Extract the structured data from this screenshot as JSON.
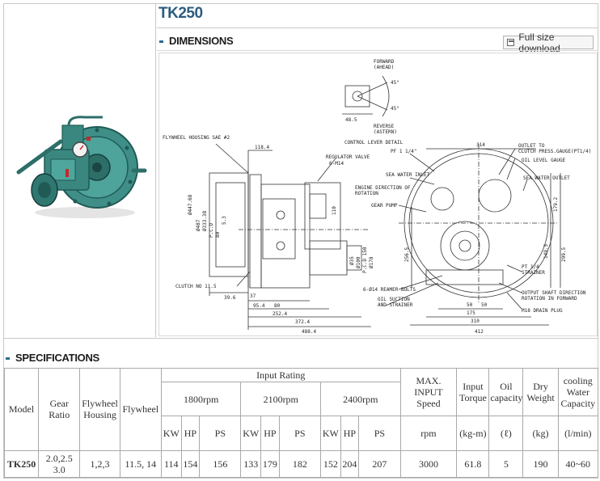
{
  "product": {
    "title": "TK250",
    "image_alt": "TK250 marine gearbox"
  },
  "dimensions": {
    "header": "DIMENSIONS",
    "download_label": "Full size download",
    "labels": {
      "forward": "FORWARD",
      "ahead": "(AHEAD)",
      "reverse": "REVERSE",
      "astern": "(ASTERN)",
      "control_lever": "CONTROL LEVER DETAIL",
      "flywheel_housing": "FLYWHEEL HOUSING SAE #2",
      "regulator_valve": "REGULATOR VALVE",
      "m14": "6-M14",
      "pf_114": "PF 1 1/4\"",
      "sea_water_inlet": "SEA WATER INLET",
      "engine_direction_1": "ENGINE DIRECTION OF",
      "engine_direction_2": "ROTATION",
      "gear_pump": "GEAR PUMP",
      "clutch_no": "CLUTCH NO 11.5",
      "reamer_bolts": "6-Ø14 REAMER BOLTS",
      "oil_suction_1": "OIL SUCTION",
      "oil_suction_2": "AND STRAINER",
      "outlet_1": "OUTLET TO",
      "outlet_2": "CLUTCH PRESS.GAUGE(PT1/4)",
      "oil_level": "OIL LEVEL GAUGE",
      "sea_water_outlet": "SEA WATER OUTLET",
      "pt_14": "PT 1/4",
      "strainer": "STRAINER",
      "output_1": "OUTPUT SHAFT DIRECTION",
      "output_2": "ROTATION IN FORWARD",
      "drain": "M18 DRAIN PLUG"
    },
    "dims": {
      "d_485": "48.5",
      "d_45a": "45°",
      "d_45b": "45°",
      "d_1184": "118.4",
      "d_4478": "Ø447.68",
      "d_487": "Ø487",
      "d_3333": "Ø333.38",
      "d_pcd": "P.C.D",
      "d_80": "80",
      "d_53": "5.3",
      "d_110": "110",
      "d_35": "Ø35",
      "d_100": "Ø100",
      "d_pcd2": "P.C.D 150",
      "d_178": "Ø178",
      "d_396": "39.6",
      "d_37": "37",
      "d_954": "95.4",
      "d_80b": "80",
      "d_2524": "252.4",
      "d_3724": "372.4",
      "d_4884": "488.4",
      "d_314": "314",
      "d_1792": "179.2",
      "d_1495": "149.5",
      "d_2565": "256.5",
      "d_2995": "299.5",
      "d_50a": "50",
      "d_50b": "50",
      "d_175": "175",
      "d_310": "310",
      "d_412": "412"
    }
  },
  "specifications": {
    "header": "SPECIFICATIONS",
    "columns": {
      "model": "Model",
      "gear_ratio": "Gear Ratio",
      "flywheel_housing": "Flywheel Housing",
      "flywheel": "Flywheel",
      "input_rating": "Input Rating",
      "rpm_1800": "1800rpm",
      "rpm_2100": "2100rpm",
      "rpm_2400": "2400rpm",
      "kw": "KW",
      "hp": "HP",
      "ps": "PS",
      "max_input_speed": "MAX. INPUT Speed",
      "input_torque": "Input Torque",
      "oil_capacity": "Oil capacity",
      "dry_weight": "Dry Weight",
      "cooling_water": "cooling Water Capacity",
      "unit_rpm": "rpm",
      "unit_torque": "(kg-m)",
      "unit_oil": "(ℓ)",
      "unit_weight": "(kg)",
      "unit_water": "(l/min)"
    },
    "rows": [
      {
        "model": "TK250",
        "gear_ratio": "2.0,2.5 3.0",
        "flywheel_housing": "1,2,3",
        "flywheel": "11.5, 14",
        "kw_1800": "114",
        "hp_1800": "154",
        "ps_1800": "156",
        "kw_2100": "133",
        "hp_2100": "179",
        "ps_2100": "182",
        "kw_2400": "152",
        "hp_2400": "204",
        "ps_2400": "207",
        "max_speed": "3000",
        "torque": "61.8",
        "oil": "5",
        "weight": "190",
        "water": "40~60"
      }
    ]
  },
  "colors": {
    "title": "#2b5c80",
    "accent": "#2d6b92",
    "gearbox_body": "#3f8f88",
    "gearbox_dark": "#1f5a55",
    "border": "#a9a9a9"
  }
}
